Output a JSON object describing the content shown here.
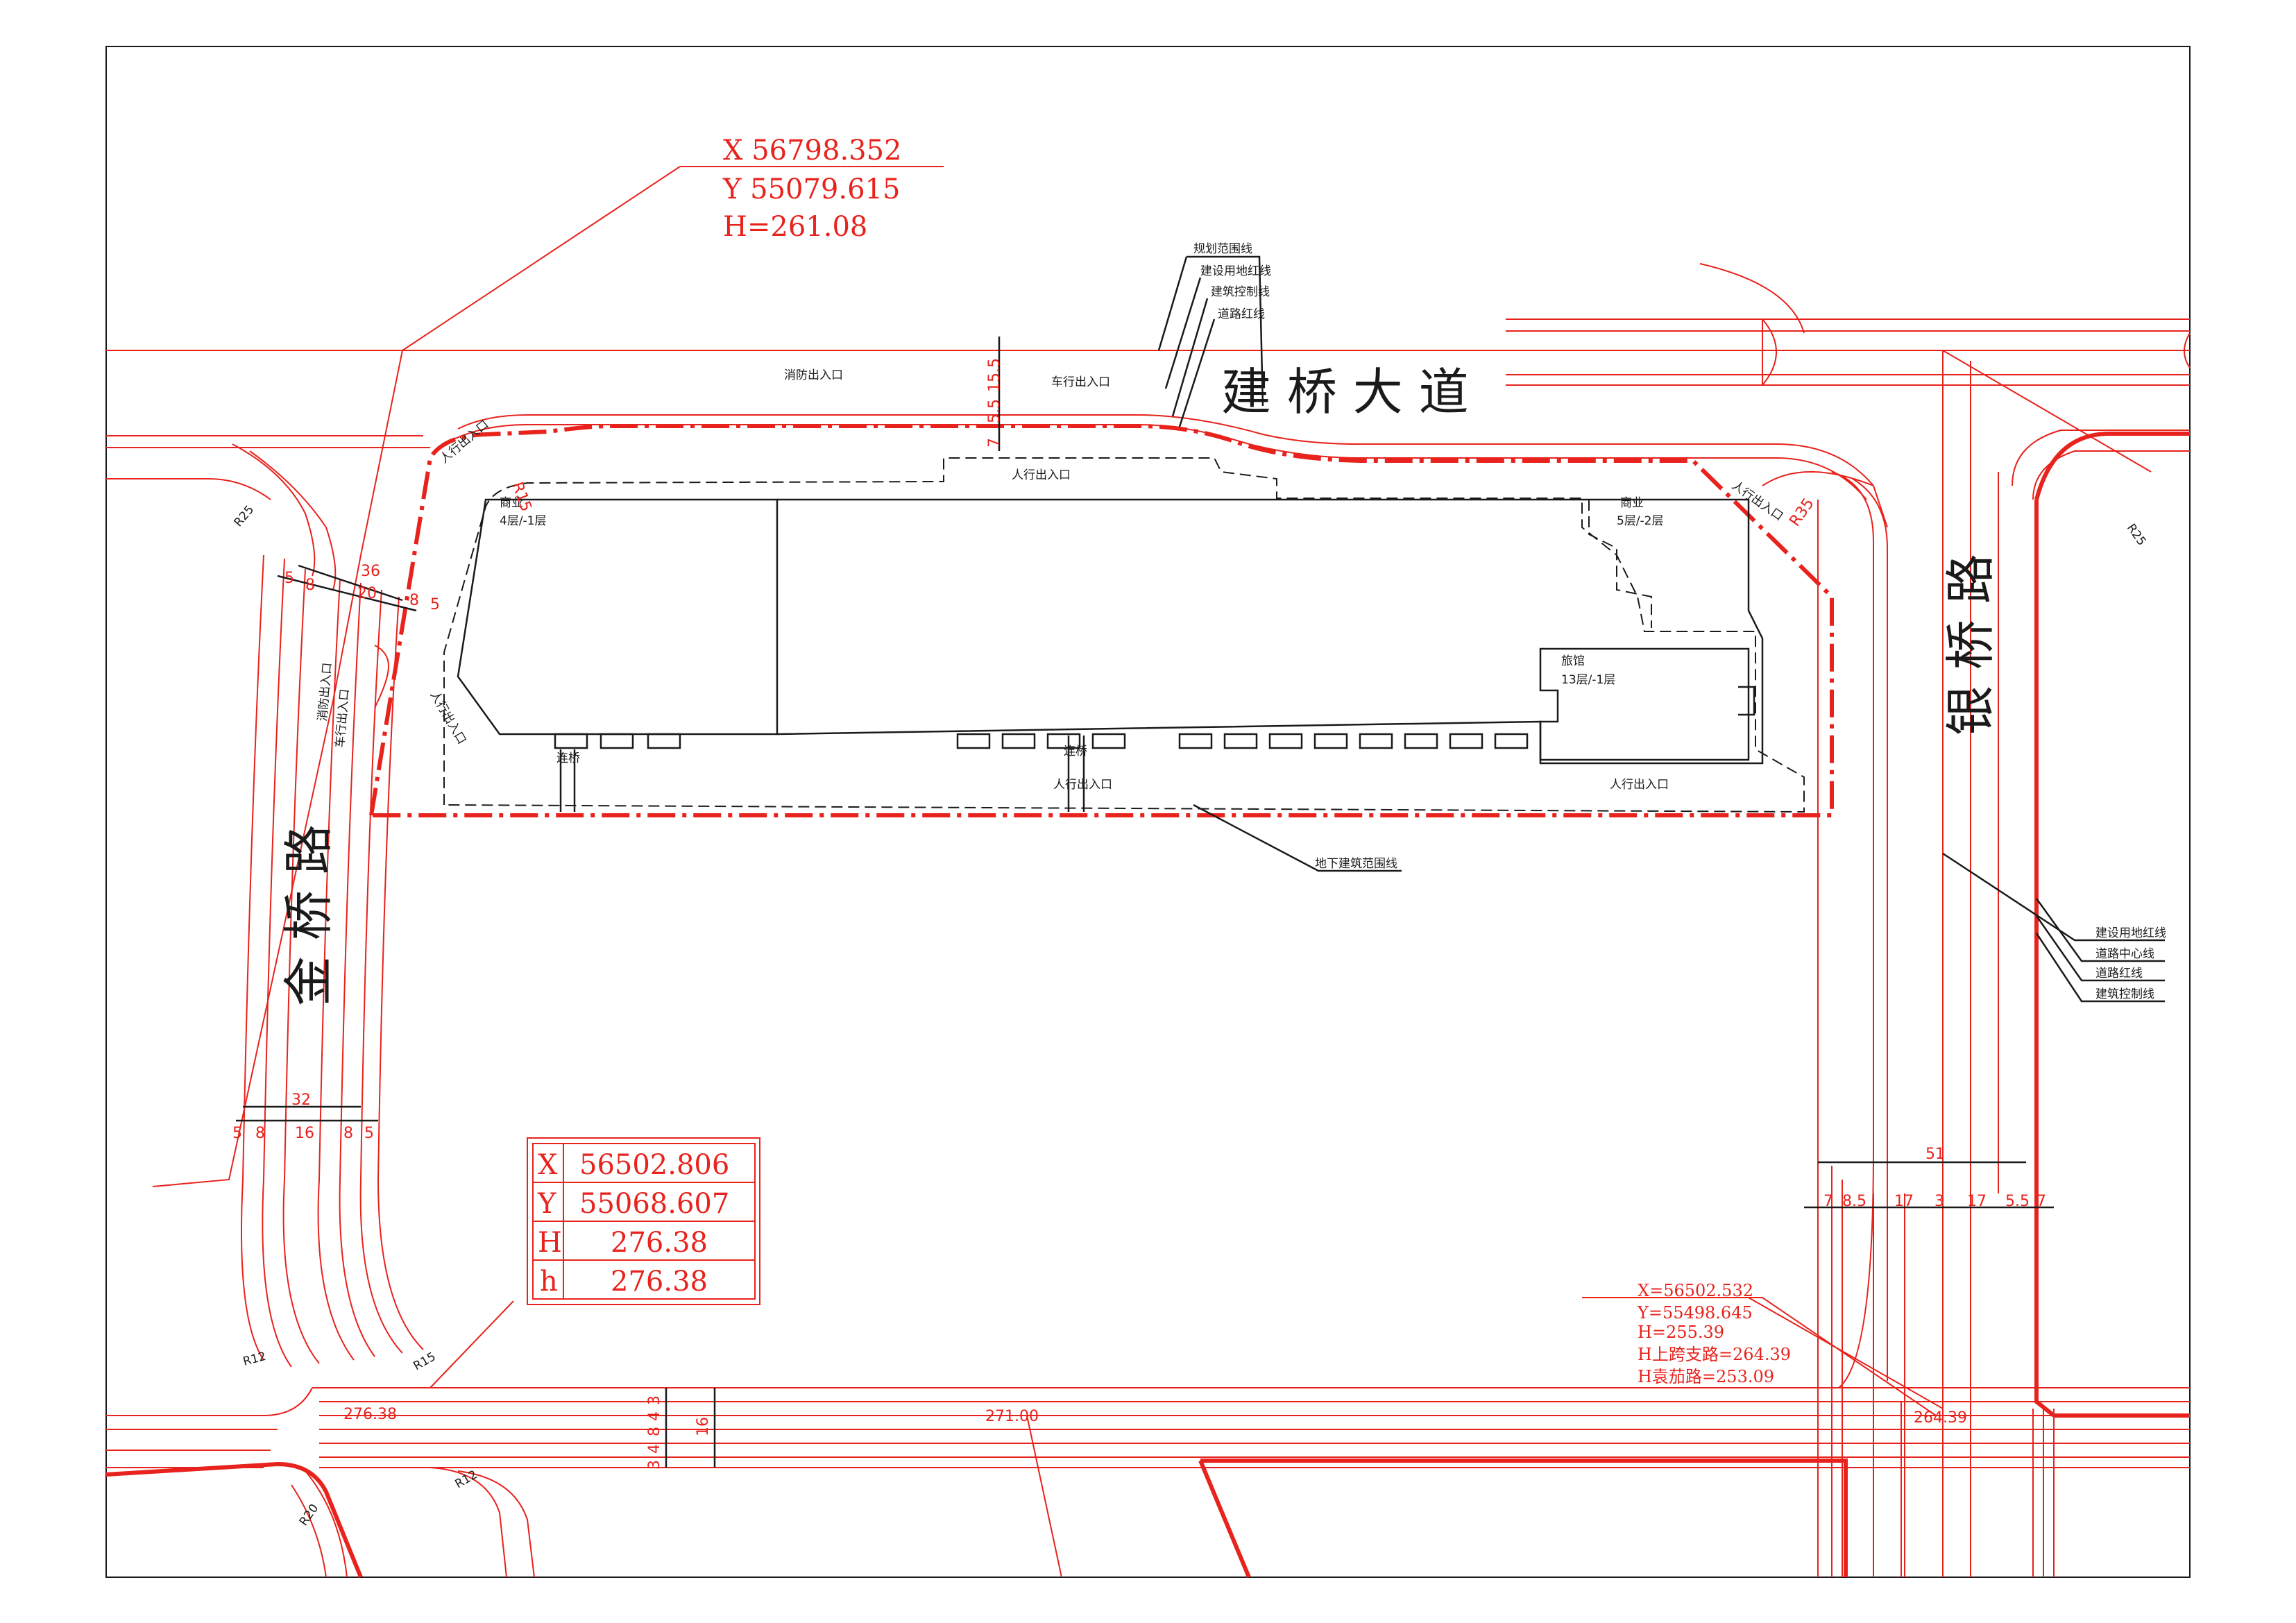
{
  "roads": {
    "north": "建 桥 大 道",
    "west": "金 桥 路",
    "east": "银 桥 路"
  },
  "control_point_top": {
    "x": "X  56798.352",
    "y": "Y  55079.615",
    "h": "H=261.08"
  },
  "control_table": {
    "rows": [
      {
        "key": "X",
        "value": "56502.806"
      },
      {
        "key": "Y",
        "value": "55068.607"
      },
      {
        "key": "H",
        "value": "276.38"
      },
      {
        "key": "h",
        "value": "276.38"
      }
    ]
  },
  "control_point_right": {
    "lines": [
      "X=56502.532",
      "Y=55498.645",
      "H=255.39",
      "H上跨支路=264.39",
      "H袁茄路=253.09"
    ]
  },
  "legend_top": [
    "规划范围线",
    "建设用地红线",
    "建筑控制线",
    "道路红线"
  ],
  "legend_right": [
    "建设用地红线",
    "道路中心线",
    "道路红线",
    "建筑控制线"
  ],
  "underground_label": "地下建筑范围线",
  "buildings": {
    "west": {
      "name": "商业",
      "floors": "4层/-1层"
    },
    "east": {
      "name": "商业",
      "floors": "5层/-2层"
    },
    "hotel": {
      "name": "旅馆",
      "floors": "13层/-1层"
    },
    "bridge_west": "连桥",
    "bridge_mid": "连桥"
  },
  "entrances": {
    "fire_north": "消防出入口",
    "vehicle_north": "车行出入口",
    "ped_north": "人行出入口",
    "ped_nw": "人行出入口",
    "ped_ne": "人行出入口",
    "ped_west": "人行出入口",
    "fire_vehicle_west": [
      "消防出入口",
      "车行出入口"
    ],
    "ped_south_mid": "人行出入口",
    "ped_south_east": "人行出入口"
  },
  "elevations": {
    "sw": "276.38",
    "mid": "271.00",
    "se": "264.39"
  },
  "radii": {
    "r25_nw": "R25",
    "r25_ne": "R25",
    "r35_ne": "R35",
    "r15_nw": "R15",
    "r12_w": "R12",
    "r15_sw": "R15",
    "r12_s": "R12",
    "r20_s": "R20"
  },
  "dims": {
    "west_top": {
      "total": "36",
      "parts": [
        "5",
        "8",
        "20",
        "8",
        "5"
      ]
    },
    "west_bottom": {
      "total": "32",
      "parts": [
        "5",
        "8",
        "16",
        "8",
        "5"
      ]
    },
    "east": {
      "total": "51",
      "parts": [
        "7",
        "8.5",
        "17",
        "3",
        "17",
        "5.5",
        "7"
      ]
    },
    "north_road": [
      "7",
      "5.5",
      "15.5"
    ],
    "south_road": [
      "3",
      "4",
      "8",
      "4",
      "3",
      "16"
    ]
  }
}
